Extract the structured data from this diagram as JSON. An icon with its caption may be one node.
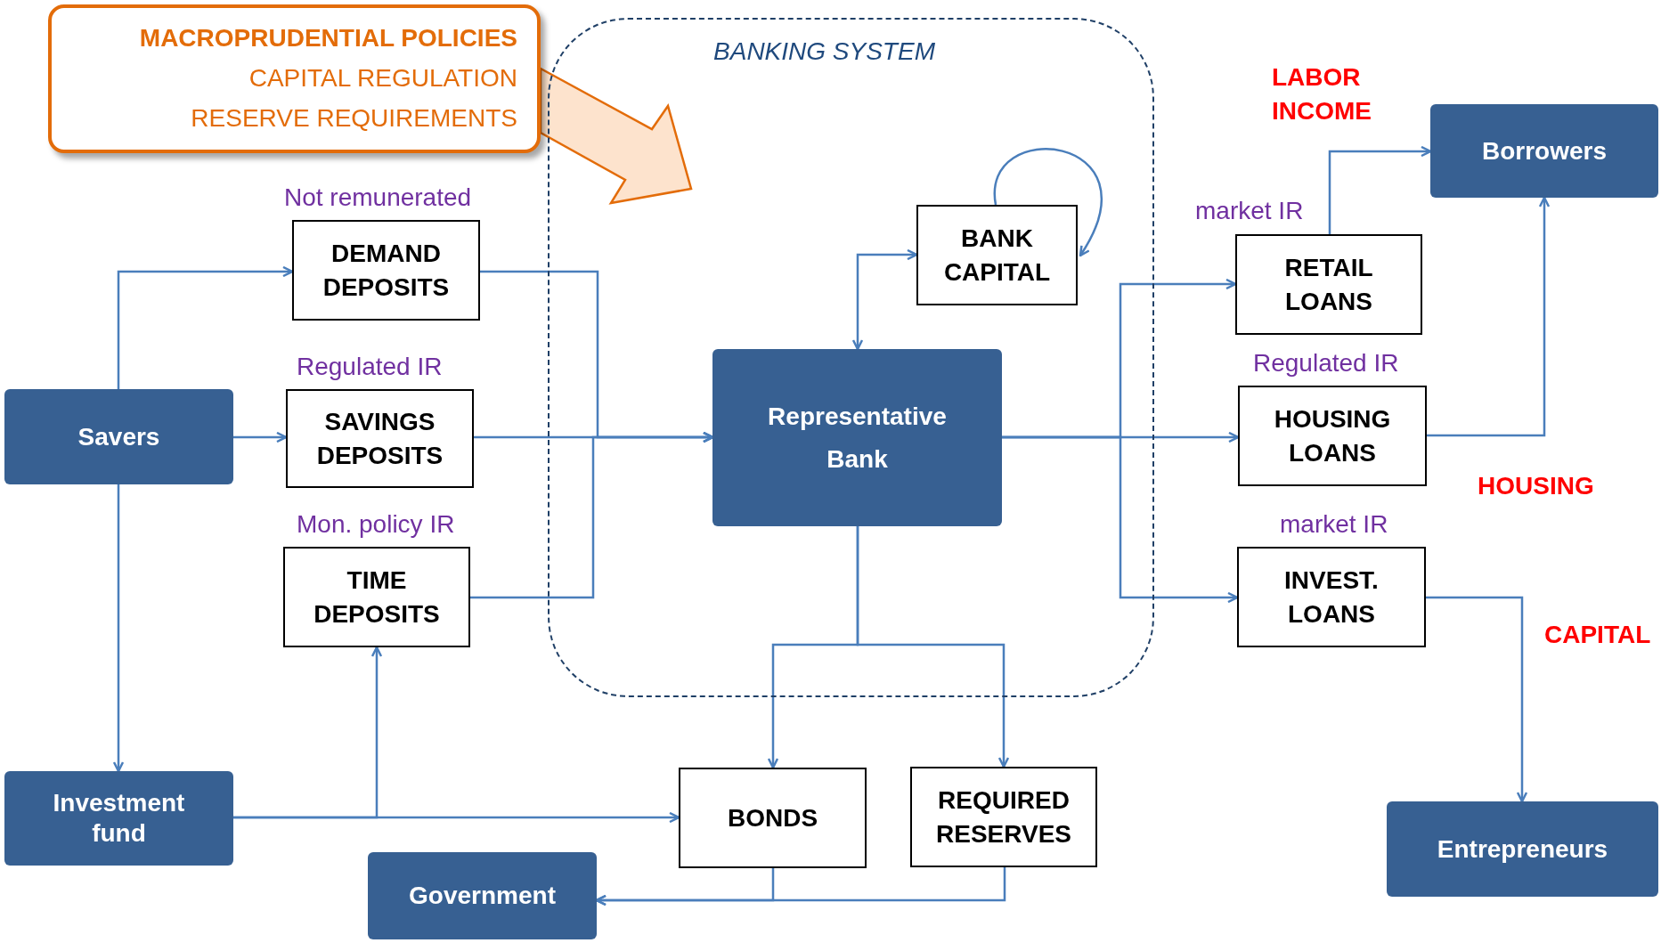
{
  "diagram": {
    "nodes": [
      {
        "text": [
          "MACROPRUDENTIAL POLICIES",
          "CAPITAL REGULATION",
          "RESERVE REQUIREMENTS"
        ]
      },
      {
        "text": [
          "BANKING SYSTEM"
        ]
      },
      {
        "text": [
          "Savers"
        ]
      },
      {
        "text": [
          "DEMAND DEPOSITS"
        ],
        "beside": [
          "Not remunerated"
        ]
      },
      {
        "text": [
          "SAVINGS DEPOSITS"
        ],
        "beside": [
          "Regulated IR"
        ]
      },
      {
        "text": [
          "TIME DEPOSITS"
        ],
        "beside": [
          "Mon. policy IR"
        ]
      },
      {
        "text": [
          "Representative Bank"
        ],
        "in": 1
      },
      {
        "text": [
          "BANK CAPITAL"
        ],
        "in": 1
      },
      {
        "text": [
          "RETAIL LOANS"
        ],
        "beside": [
          "market IR"
        ]
      },
      {
        "text": [
          "HOUSING LOANS"
        ],
        "beside": [
          "Regulated IR"
        ]
      },
      {
        "text": [
          "INVEST. LOANS"
        ],
        "beside": [
          "market IR"
        ]
      },
      {
        "text": [
          "Borrowers"
        ]
      },
      {
        "text": [
          "Entrepreneurs"
        ]
      },
      {
        "text": [
          "Investment fund"
        ]
      },
      {
        "text": [
          "BONDS"
        ]
      },
      {
        "text": [
          "REQUIRED RESERVES"
        ]
      },
      {
        "text": [
          "Government"
        ]
      }
    ],
    "edges": [
      {
        "from": 0,
        "to": 1,
        "arrow": "to",
        "style": "thick",
        "color": "#e36c09"
      },
      {
        "from": 2,
        "to": 3,
        "arrow": "to"
      },
      {
        "from": 2,
        "to": 4,
        "arrow": "to"
      },
      {
        "from": 2,
        "to": 13,
        "arrow": "to"
      },
      {
        "from": 3,
        "to": 6,
        "arrow": "to"
      },
      {
        "from": 4,
        "to": 6,
        "arrow": "to"
      },
      {
        "from": 5,
        "to": 6,
        "arrow": "to"
      },
      {
        "from": 6,
        "to": 7,
        "arrow": "both"
      },
      {
        "from": 7,
        "to": 7,
        "arrow": "to"
      },
      {
        "from": 6,
        "to": 8,
        "arrow": "to"
      },
      {
        "from": 6,
        "to": 9,
        "arrow": "to"
      },
      {
        "from": 6,
        "to": 10,
        "arrow": "to"
      },
      {
        "from": 8,
        "to": 11,
        "arrow": "to"
      },
      {
        "from": 9,
        "to": 11,
        "arrow": "to"
      },
      {
        "from": 10,
        "to": 12,
        "arrow": "to"
      },
      {
        "from": 6,
        "to": 14,
        "arrow": "to"
      },
      {
        "from": 6,
        "to": 15,
        "arrow": "to"
      },
      {
        "from": 13,
        "to": 14,
        "arrow": "to"
      },
      {
        "from": 13,
        "to": 5,
        "arrow": "to"
      },
      {
        "from": 14,
        "to": 16,
        "arrow": "to"
      },
      {
        "from": 15,
        "to": 16,
        "arrow": "to"
      }
    ],
    "labels": [
      "LABOR INCOME",
      "HOUSING",
      "CAPITAL"
    ]
  }
}
